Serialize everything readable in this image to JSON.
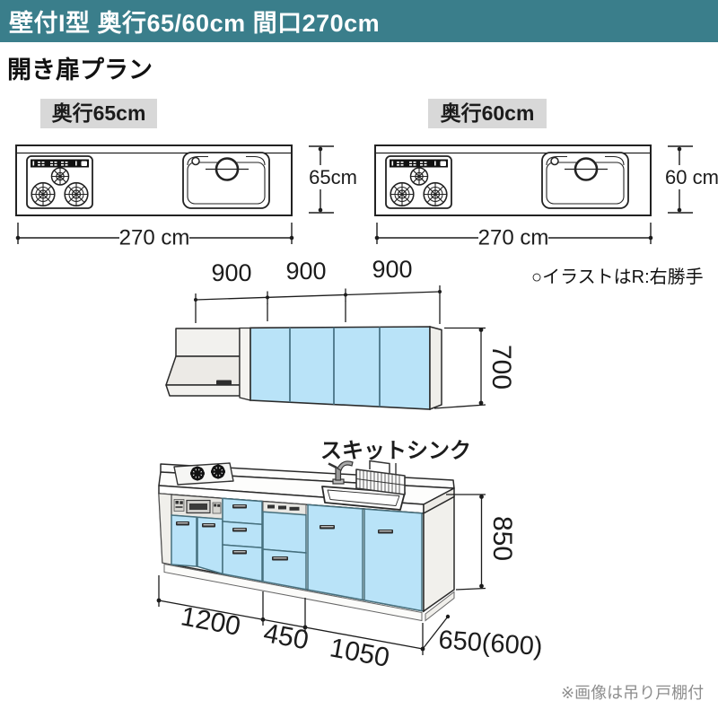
{
  "header": {
    "title": "壁付I型 奥行65/60cm 間口270cm"
  },
  "plan_heading": "開き扉プラン",
  "top_views": {
    "left": {
      "label": "奥行65cm",
      "depth": "65cm",
      "width": "270 cm"
    },
    "right": {
      "label": "奥行60cm",
      "depth": "60 cm",
      "width": "270 cm"
    }
  },
  "hand_note": "○イラストはR:右勝手",
  "wall_cabinet": {
    "width_dims": [
      "900",
      "900",
      "900"
    ],
    "height_dim": "700"
  },
  "base_cabinet": {
    "sink_label": "スキットシンク",
    "height_dim": "850",
    "width_dims": [
      "1200",
      "450",
      "1050"
    ],
    "depth_dim": "650(600)"
  },
  "footnote": "※画像は吊り戸棚付",
  "colors": {
    "header_bg": "#3a7e8b",
    "cabinet_blue": "#b9e3f8",
    "label_bg": "#d8d8d8",
    "line": "#222222",
    "note_gray": "#8e8e8e"
  }
}
